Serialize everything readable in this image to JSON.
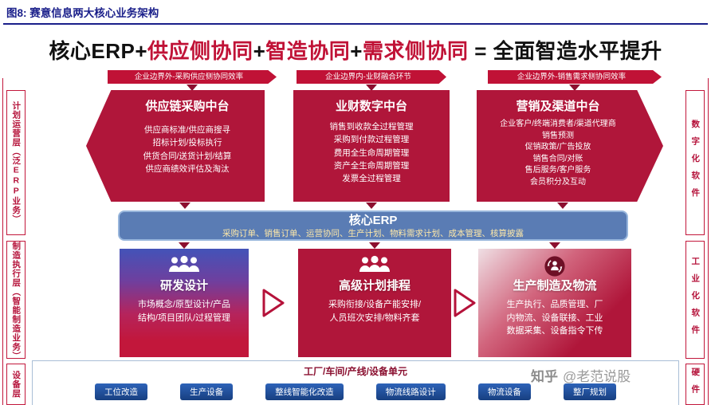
{
  "figure": {
    "label": "图8:",
    "title": "赛意信息两大核心业务架构"
  },
  "headline": {
    "parts": [
      {
        "text": "核心ERP+",
        "color": "#111111"
      },
      {
        "text": "供应侧协同",
        "color": "#c01236"
      },
      {
        "text": "+",
        "color": "#111111"
      },
      {
        "text": "智造协同",
        "color": "#c01236"
      },
      {
        "text": "+",
        "color": "#111111"
      },
      {
        "text": "需求侧协同",
        "color": "#c01236"
      },
      {
        "text": " = 全面智造水平提升",
        "color": "#111111"
      }
    ]
  },
  "ribbons": [
    {
      "text": "企业边界外-采购供应侧协同效率"
    },
    {
      "text": "企业边界内-业财融合环节"
    },
    {
      "text": "企业边界外-销售需求侧协同效率"
    }
  ],
  "side_left": [
    {
      "text": "计划运营层（泛ERP业务）"
    },
    {
      "text": "制造执行层（智能制造业务）"
    },
    {
      "text": "设备层"
    }
  ],
  "side_right": [
    {
      "text": "数字化软件"
    },
    {
      "text": "工业化软件"
    },
    {
      "text": "硬件"
    }
  ],
  "top_blocks": [
    {
      "title": "供应链采购中台",
      "lines": [
        "供应商标准/供应商搜寻",
        "招标计划/投标执行",
        "供货合同/送货计划/结算",
        "供应商绩效评估及淘汰"
      ]
    },
    {
      "title": "业财数字中台",
      "lines": [
        "销售到收款全过程管理",
        "采购到付款过程管理",
        "费用全生命周期管理",
        "资产全生命周期管理",
        "发票全过程管理"
      ]
    },
    {
      "title": "营销及渠道中台",
      "lines": [
        "企业客户/终端消费者/渠道代理商",
        "销售预测",
        "促销政策/广告投放",
        "销售合同/对账",
        "售后服务/客户服务",
        "会员积分及互动"
      ]
    }
  ],
  "erp": {
    "title": "核心ERP",
    "subtitle": "采购订单、销售订单、运营协同、生产计划、物料需求计划、成本管理、核算披露"
  },
  "bottom_blocks": [
    {
      "title": "研发设计",
      "lines": [
        "市场概念/原型设计/产品",
        "结构/项目团队/过程管理"
      ]
    },
    {
      "title": "高级计划排程",
      "lines": [
        "采购衔接/设备产能安排/",
        "人员班次安排/物料齐套"
      ]
    },
    {
      "title": "生产制造及物流",
      "lines": [
        "生产执行、品质管理、厂",
        "内物流、设备联接、工业",
        "数据采集、设备指令下传"
      ]
    }
  ],
  "factory": {
    "label": "工厂/车间/产线/设备单元",
    "buttons": [
      "工位改造",
      "生产设备",
      "整线智能化改造",
      "物流线路设计",
      "物流设备",
      "整厂规划"
    ]
  },
  "watermark": {
    "brand": "知乎",
    "handle": "@老范说股"
  },
  "colors": {
    "navy": "#1a1f8a",
    "crimson": "#b5123a",
    "accent_red": "#c01236",
    "dark_arrow": "#8c0f2f",
    "erp_blue": "#5a7cb4",
    "erp_border": "#98b6dc",
    "erp_subtitle": "#ffe9a8",
    "button_blue": "#1d4fa0",
    "watermark_gray": "#9b9b9b"
  }
}
